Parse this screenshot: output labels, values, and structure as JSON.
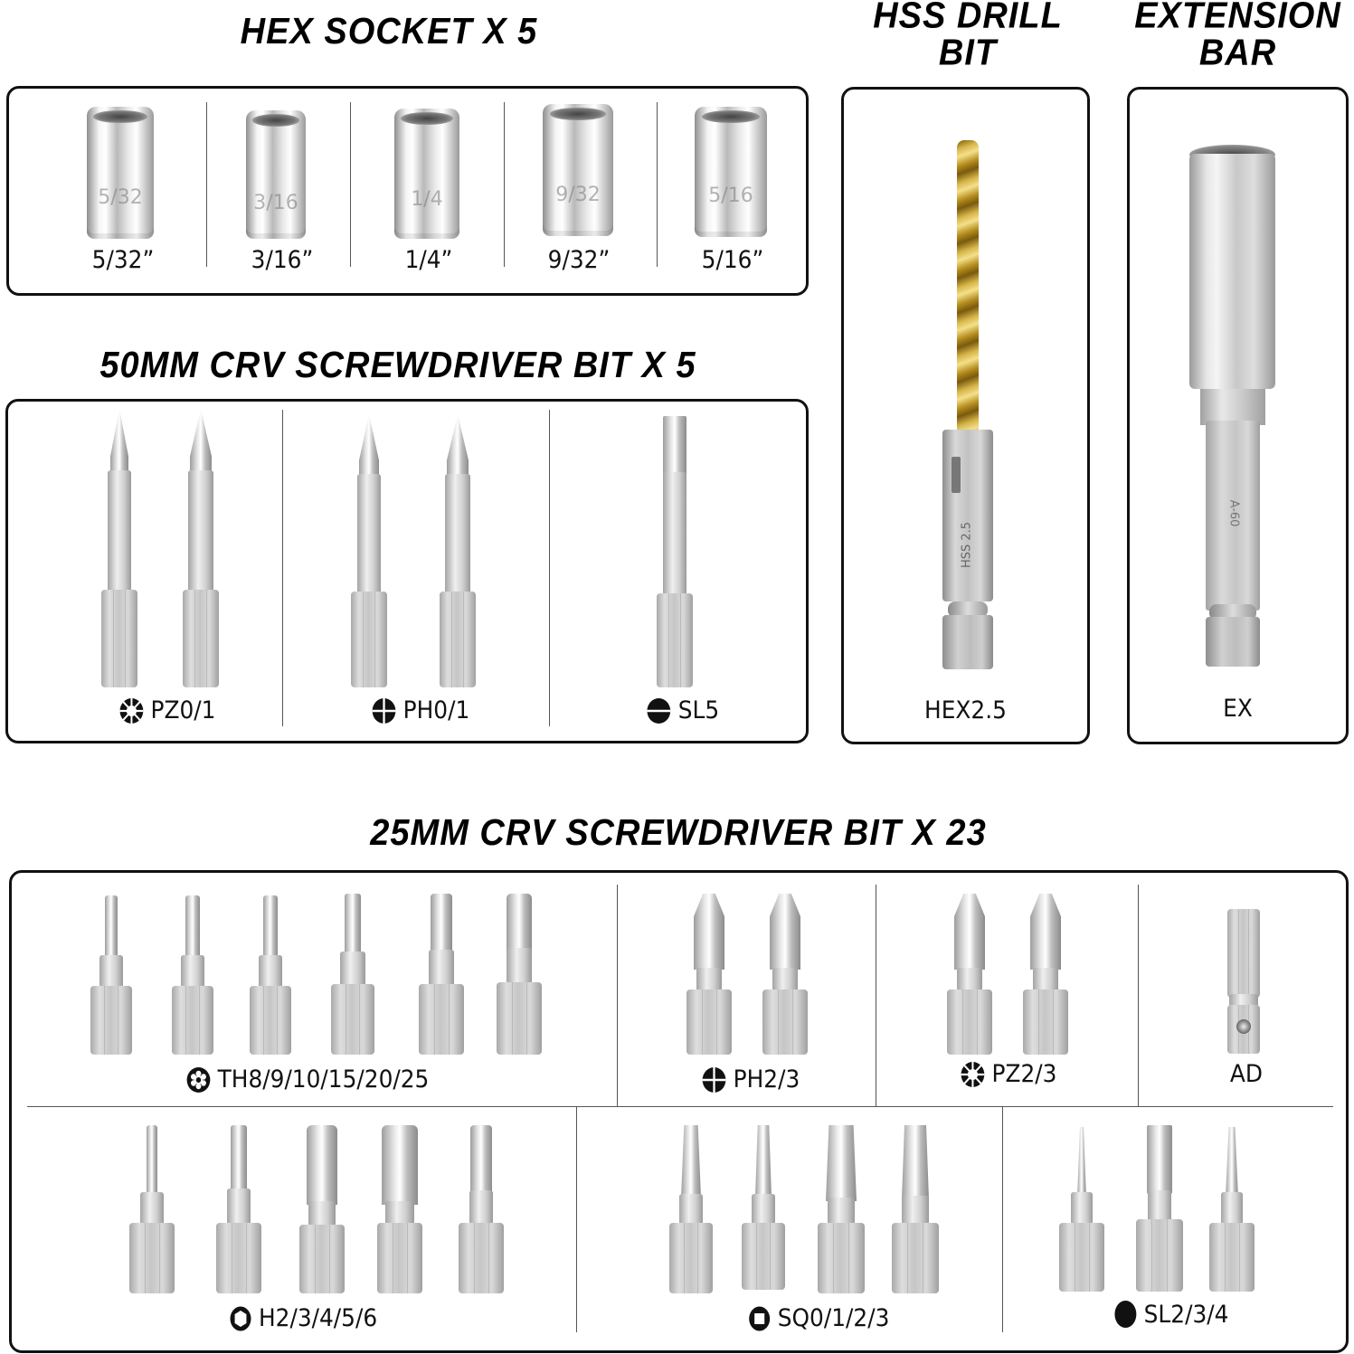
{
  "sections": {
    "hex_socket": {
      "title": "HEX SOCKET X 5",
      "items": [
        {
          "label": "5/32”",
          "engraving": "5/32"
        },
        {
          "label": "3/16”",
          "engraving": "3/16"
        },
        {
          "label": "1/4”",
          "engraving": "1/4"
        },
        {
          "label": "9/32”",
          "engraving": "9/32"
        },
        {
          "label": "5/16”",
          "engraving": "5/16"
        }
      ]
    },
    "drill_bit": {
      "title_line1": "HSS DRILL",
      "title_line2": "BIT",
      "label": "HEX2.5",
      "engraving": "HSS 2.5",
      "colors": {
        "drill": "#c9a532",
        "shank": "#c4c4c4"
      }
    },
    "extension_bar": {
      "title_line1": "EXTENSION",
      "title_line2": "BAR",
      "label": "EX",
      "engraving": "A-60"
    },
    "bits_50mm": {
      "title": "50MM CRV SCREWDRIVER BIT X 5",
      "groups": [
        {
          "label": "PZ0/1",
          "icon": "pozidriv-icon",
          "count": 2
        },
        {
          "label": "PH0/1",
          "icon": "phillips-icon",
          "count": 2
        },
        {
          "label": "SL5",
          "icon": "slotted-icon",
          "count": 1
        }
      ]
    },
    "bits_25mm": {
      "title": "25MM CRV SCREWDRIVER BIT X 23",
      "row1": [
        {
          "label": "TH8/9/10/15/20/25",
          "icon": "torx-icon",
          "count": 6
        },
        {
          "label": "PH2/3",
          "icon": "phillips-icon",
          "count": 2
        },
        {
          "label": "PZ2/3",
          "icon": "pozidriv-icon",
          "count": 2
        },
        {
          "label": "AD",
          "icon": "",
          "count": 1
        }
      ],
      "row2": [
        {
          "label": "H2/3/4/5/6",
          "icon": "hex-icon",
          "count": 5
        },
        {
          "label": "SQ0/1/2/3",
          "icon": "square-icon",
          "count": 4
        },
        {
          "label": "SL2/3/4",
          "icon": "slotted-solid-icon",
          "count": 3
        }
      ]
    }
  },
  "colors": {
    "border": "#111111",
    "divider": "#555555",
    "text": "#111111",
    "background": "#ffffff",
    "gold": "#c9a532"
  }
}
